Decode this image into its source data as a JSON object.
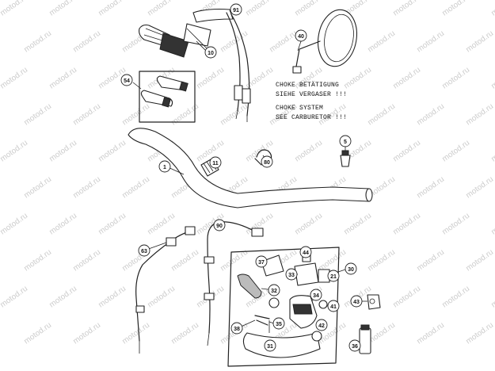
{
  "watermark": "motod.ru",
  "choke_note": {
    "line1": "CHOKE BETÄTIGUNG",
    "line2": "SIEHE VERGASER !!!",
    "line3": "CHOKE SYSTEM",
    "line4": "SEE CARBURETOR !!!"
  },
  "callouts": {
    "c91": "91",
    "c40": "40",
    "c10": "10",
    "c54": "54",
    "c1": "1",
    "c11": "11",
    "c80": "80",
    "c5": "5",
    "c90": "90",
    "c63": "63",
    "c37": "37",
    "c44": "44",
    "c30": "30",
    "c33": "33",
    "c21": "21",
    "c32": "32",
    "c34": "34",
    "c41": "41",
    "c43": "43",
    "c42": "42",
    "c35": "35",
    "c38": "38",
    "c31": "31",
    "c36": "36"
  }
}
